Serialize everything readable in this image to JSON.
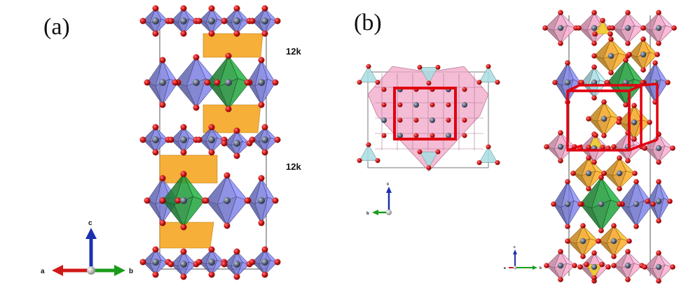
{
  "panels": [
    {
      "label": "(a)",
      "sites": [
        "12k",
        "12k"
      ],
      "axes": {
        "a": "a",
        "b": "b",
        "c": "c"
      }
    },
    {
      "label": "(b)",
      "axes": {
        "b": "b",
        "c": "c"
      }
    },
    {
      "axes": {
        "a": "a",
        "b": "b",
        "c": "c"
      }
    }
  ],
  "colors": {
    "octahedron_blue": "#7b7fe0",
    "octahedron_green": "#1f9c3a",
    "bipyramid_orange": "#f5a623",
    "octahedron_pink": "#f2a5c8",
    "tetra_cyan": "#a8dde2",
    "tetra_yellow": "#f0d020",
    "oxygen": "#d01818",
    "cation": "#5a6478",
    "highlight_red": "#e00010",
    "axis_a": "#d01818",
    "axis_b": "#1a9c1a",
    "axis_c": "#1c2fb0"
  }
}
